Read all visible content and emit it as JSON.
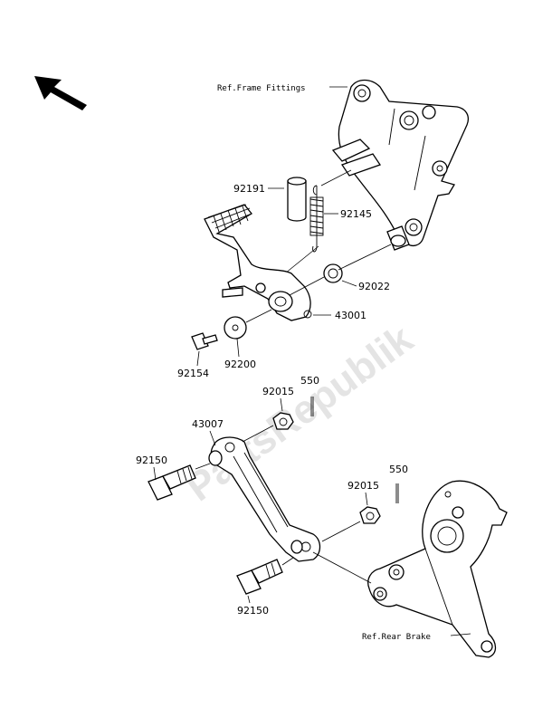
{
  "watermark": "PartsRepublik",
  "references": {
    "frame_fittings": "Ref.Frame Fittings",
    "rear_brake": "Ref.Rear Brake"
  },
  "part_labels": {
    "p92191": "92191",
    "p92145": "92145",
    "p92022": "92022",
    "p43001": "43001",
    "p92154": "92154",
    "p92200": "92200",
    "p92015_upper": "92015",
    "p550_upper": "550",
    "p43007": "43007",
    "p92150_upper": "92150",
    "p92015_lower": "92015",
    "p550_lower": "550",
    "p92150_lower": "92150"
  },
  "icons": {
    "orientation_arrow": "arrow-up-left-icon"
  }
}
